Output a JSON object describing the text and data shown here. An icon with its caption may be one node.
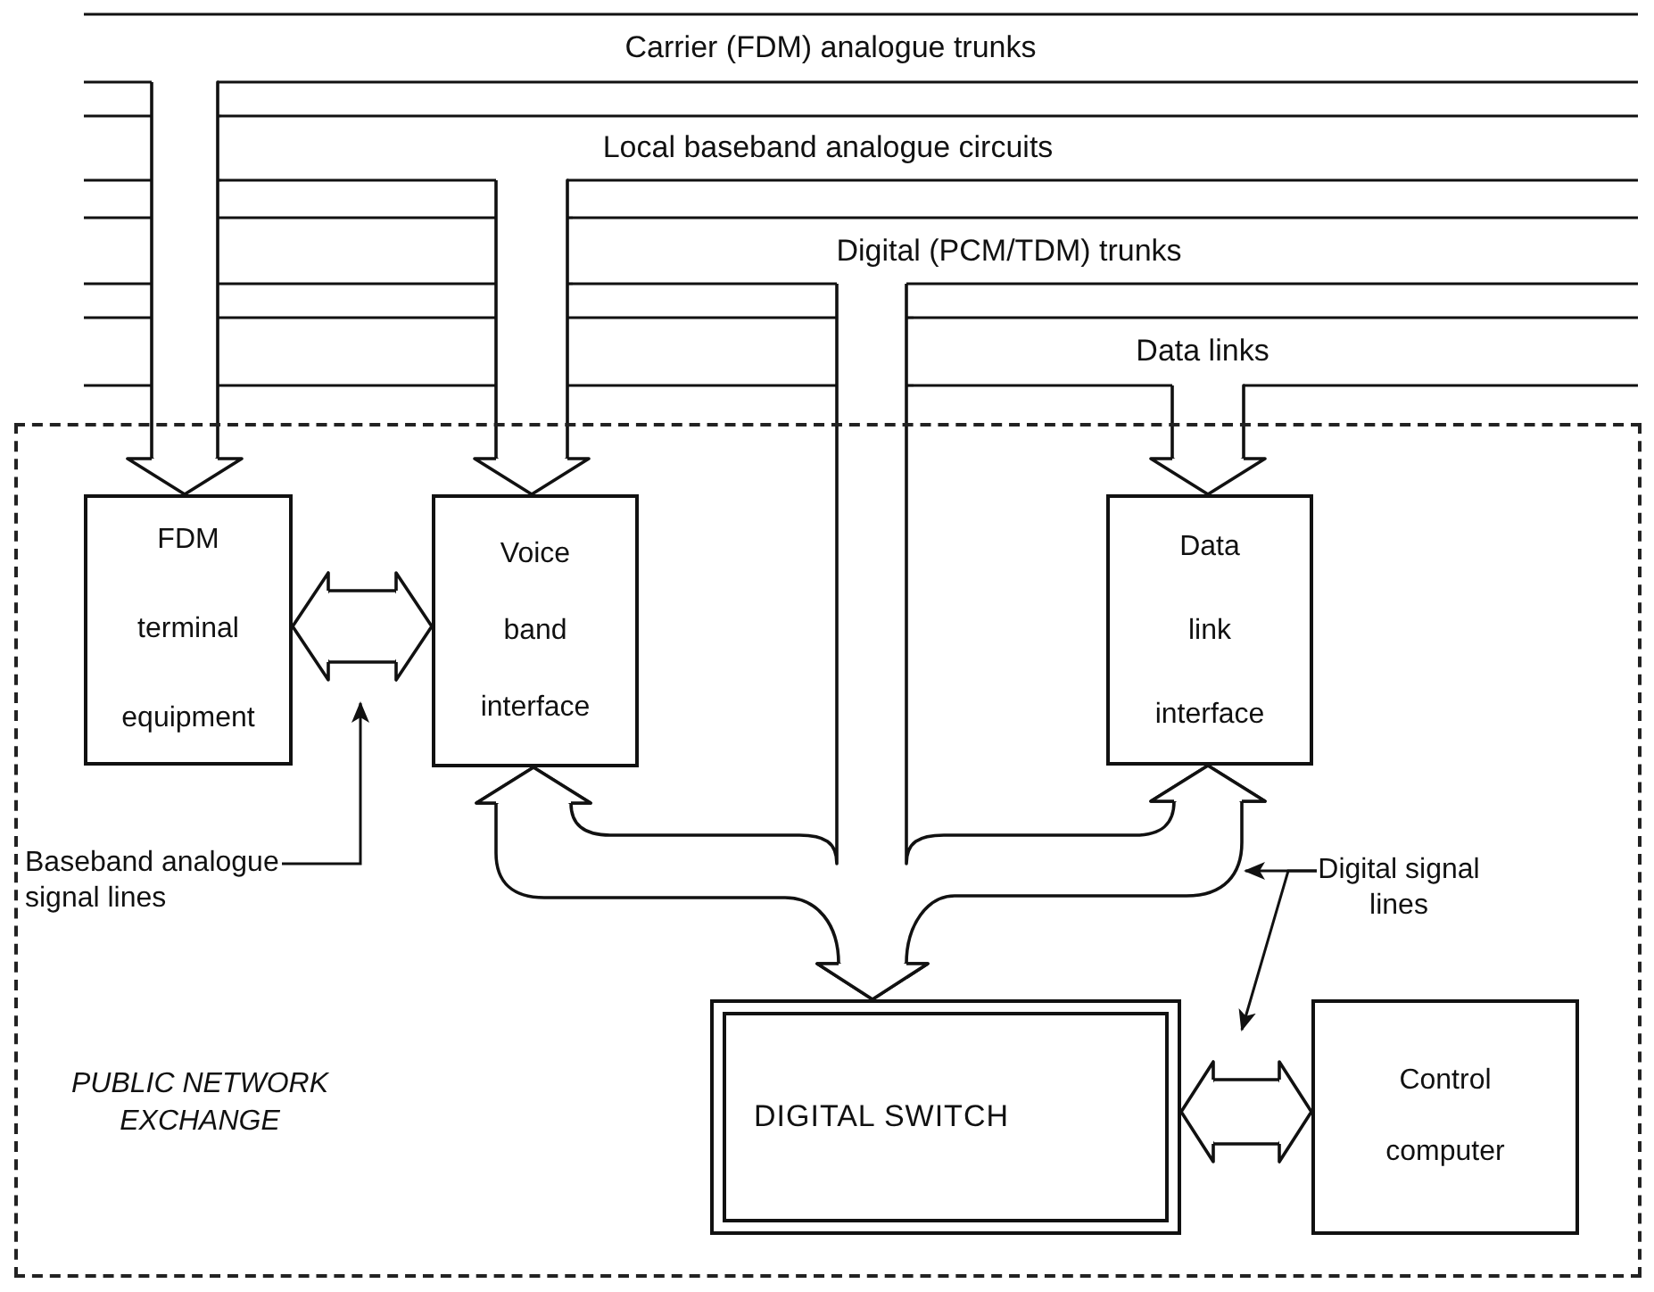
{
  "diagram": {
    "nodes": [
      {
        "text": [
          "Carrier (FDM) analogue trunks"
        ]
      },
      {
        "text": [
          "Local baseband analogue circuits"
        ]
      },
      {
        "text": [
          "Digital (PCM/TDM) trunks"
        ]
      },
      {
        "text": [
          "Data links"
        ]
      },
      {
        "text": [
          "PUBLIC NETWORK EXCHANGE"
        ]
      },
      {
        "text": [
          "FDM terminal equipment"
        ],
        "in": 4
      },
      {
        "text": [
          "Voice band interface"
        ],
        "in": 4
      },
      {
        "text": [
          "Data link interface"
        ],
        "in": 4
      },
      {
        "text": [
          "Baseband analogue signal lines"
        ],
        "in": 4
      },
      {
        "text": [
          "DIGITAL SWITCH"
        ],
        "in": 4
      },
      {
        "text": [
          "Digital signal lines"
        ],
        "in": 4
      },
      {
        "text": [
          "Control computer"
        ],
        "in": 4
      }
    ],
    "edges": [
      {
        "from": 0,
        "to": 5,
        "arrow": "to"
      },
      {
        "from": 1,
        "to": 6,
        "arrow": "to"
      },
      {
        "from": 3,
        "to": 7,
        "arrow": "to"
      },
      {
        "from": 5,
        "to": 6,
        "arrow": "both"
      },
      {
        "from": 2,
        "to": 6,
        "arrow": "to"
      },
      {
        "from": 2,
        "to": 7,
        "arrow": "to"
      },
      {
        "from": 6,
        "to": 9,
        "arrow": "both"
      },
      {
        "from": 7,
        "to": 9,
        "arrow": "both"
      },
      {
        "from": 9,
        "to": 11,
        "arrow": "both"
      },
      {
        "from": 8,
        "to": null,
        "arrow": "to"
      },
      {
        "from": 10,
        "to": null,
        "arrow": "to"
      },
      {
        "from": 10,
        "to": null,
        "arrow": "to"
      }
    ]
  }
}
